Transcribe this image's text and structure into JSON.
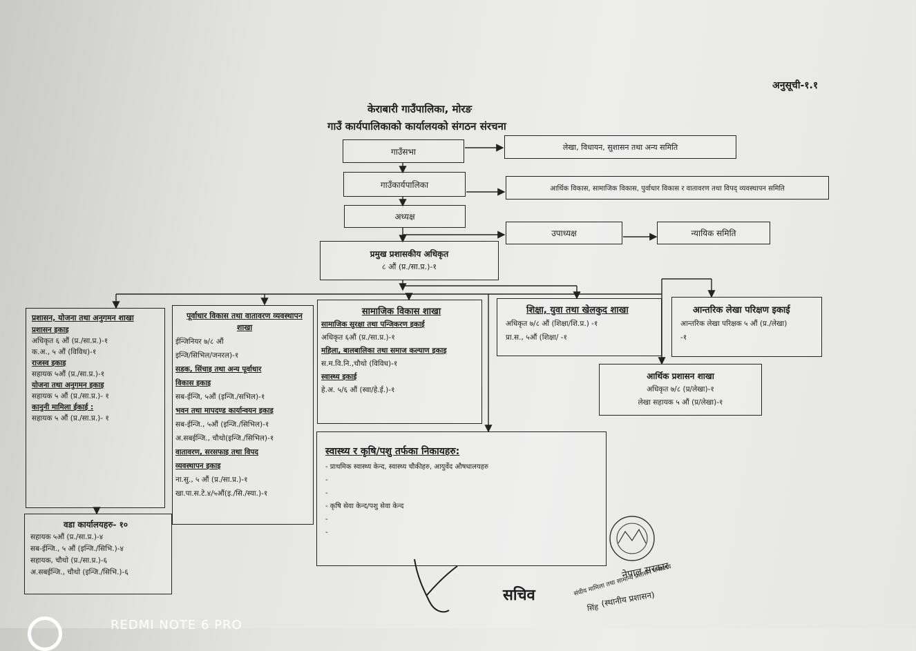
{
  "annex_label": "अनुसूची-१.१",
  "header": {
    "title": "केराबारी गाउँपालिका, मोरङ",
    "subtitle": "गाउँ कार्यपालिकाको कार्यालयको संगठन संरचना"
  },
  "top_chain": {
    "gaunsabha": "गाउँसभा",
    "gaunsabha_side": "लेखा, विधायन, सुशासन तथा अन्य समिति",
    "karyapalika": "गाउँकार्यपालिका",
    "karyapalika_side": "आर्थिक विकास, सामाजिक विकास, पुर्वाधार विकास र वातावरण तथा विपद् व्यवस्थापन समिति",
    "adhyaksha": "अध्यक्ष",
    "upadhyaksha": "उपाध्यक्ष",
    "nyayik": "न्यायिक समिति"
  },
  "cao": {
    "title": "प्रमुख प्रशासकीय अधिकृत",
    "post": "८ औं (प्र./सा.प्र.)-१"
  },
  "admin_branch": {
    "heading": "प्रशासन, योजना तथा अनुगमन शाखा",
    "lines": [
      {
        "text": "प्रशासन इकाइ",
        "ul": true
      },
      {
        "text": "अधिकृत ६ औं (प्र./सा.प्र.)-१",
        "ul": false
      },
      {
        "text": "क.अ., ५ औं (विविध)-१",
        "ul": false
      },
      {
        "text": " ",
        "ul": false
      },
      {
        "text": " ",
        "ul": false
      },
      {
        "text": "राजस्व इकाइ",
        "ul": true
      },
      {
        "text": "सहायक ५औं (प्र./सा.प्र.)-१",
        "ul": false
      },
      {
        "text": "योजना तथा अनुगमन इकाइ",
        "ul": true
      },
      {
        "text": "सहायक ५ औं (प्र./सा.प्र.)- १",
        "ul": false
      },
      {
        "text": "कानुनी मामिला ईकाई :",
        "ul": true
      },
      {
        "text": "सहायक ५ औं (प्र./सा.प्र.)- १",
        "ul": false
      }
    ]
  },
  "ward_offices": {
    "heading": "वडा कार्यालयहरु- १०",
    "lines": [
      "सहायक ५औं (प्र./सा.प्र.)-४",
      "सब-ईन्जि., ५ औं (इन्जि./सिभि.)-४",
      "सहायक, चौथो (प्र./सा.प्र.)-६",
      "अ.सबईन्जि., चौथो (इन्जि./सिभि.)-६"
    ]
  },
  "infra_branch": {
    "heading": "पूर्वाधार विकास तथा वातावरण व्यवस्थापन शाखा",
    "lines": [
      {
        "text": "ईन्जिनियर ७/८ औं",
        "ul": false
      },
      {
        "text": "इन्जि/सिभिल/जनरल)-१",
        "ul": false
      },
      {
        "text": "सडक, सिंचाइ तथा अन्य पूर्वाधार",
        "ul": true
      },
      {
        "text": "विकास इकाइ",
        "ul": true
      },
      {
        "text": "सब-ईन्जि, ५औं (इन्जि./सभिल)-१",
        "ul": false
      },
      {
        "text": "भवन तथा मापदण्ड कार्यान्वयन इकाइ",
        "ul": true
      },
      {
        "text": "सब-ईन्जि., ५औं (इन्जि./सिभिल)-१",
        "ul": false
      },
      {
        "text": "अ.सबईन्जि., चौथो(इन्जि./सिभिल)-१",
        "ul": false
      },
      {
        "text": "वातावरण, सरसफाइ तथा विपद",
        "ul": true
      },
      {
        "text": "व्यवस्थापन इकाइ",
        "ul": true
      },
      {
        "text": "ना.सु., ५ औं (प्र./सा.प्र.)-१",
        "ul": false
      },
      {
        "text": "खा.पा.स.टे.४/५औं(इ./सि./स्या.)-१",
        "ul": false
      }
    ]
  },
  "social_branch": {
    "heading": "सामाजिक विकास शाखा",
    "lines": [
      {
        "text": "सामाजिक सुरक्षा तथा पन्जिकरण इकाई",
        "ul": true
      },
      {
        "text": "अधिकृत ६औं (प्र./सा.प्र.)-१",
        "ul": false
      },
      {
        "text": "महिला, बालबालिका तथा समाज कल्याण इकाइ",
        "ul": true
      },
      {
        "text": "स.म.वि.नि.,चौथो (विविध)-१",
        "ul": false
      },
      {
        "text": "स्वास्थ्य इकाई",
        "ul": true
      },
      {
        "text": "हे.अ. ५/६ औं (स्वा/हे.ई.)-१",
        "ul": false
      }
    ]
  },
  "education_branch": {
    "heading": "शिक्षा, युवा तथा खेलकुद शाखा",
    "lines": [
      "अधिकृत ७/८ औं (शिक्षा/शि.प्र.) -१",
      "प्रा.स., ५औं (शिक्षा/ -१"
    ]
  },
  "audit_unit": {
    "heading": "आन्तरिक लेखा परिक्षण इकाई",
    "lines": [
      "आन्तरिक लेखा परिक्षक ५ औं (प्र./लेखा)",
      "-१"
    ]
  },
  "finance_branch": {
    "heading": "आर्थिक प्रशासन शाखा",
    "lines": [
      "अधिकृत ७/८ (प्र/लेखा)-१",
      "लेखा सहायक ५ औं (प्र/लेखा)-१"
    ]
  },
  "health_agri": {
    "heading": "स्वास्थ्य र कृषि/पशु तर्फका निकायहरु:",
    "lines": [
      "- प्राथमिक स्वास्थ्य केन्द, स्वास्थ्य चौकीहरु, आयुर्वेद औषधालयहरु",
      "-",
      "-",
      "- कृषि सेवा केन्द/पशु सेवा केन्द",
      "-",
      "-"
    ]
  },
  "signature": {
    "label": "सचिव"
  },
  "stamp": {
    "line1": "नेपाल सरकार",
    "line2": "संघीय मामिला तथा सामान्य प्रशासन मन्त्रालय",
    "line3": "(स्थानीय प्रशासन)",
    "line4": "सिंह"
  },
  "watermark": "REDMI NOTE 6 PRO"
}
